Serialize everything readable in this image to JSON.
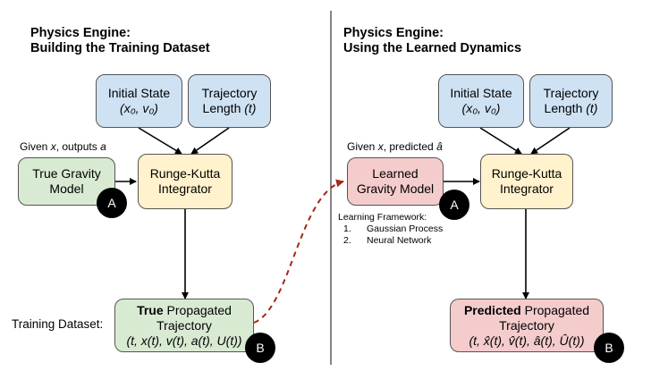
{
  "left": {
    "title_line1": "Physics Engine:",
    "title_line2": "Building the Training Dataset",
    "initial_state": {
      "label": "Initial State",
      "math": "(x₀, v₀)"
    },
    "trajectory_length": {
      "label": "Trajectory",
      "label2": "Length",
      "var": "(t)"
    },
    "gravity_note": {
      "pre": "Given ",
      "var": "x",
      "mid": ", outputs ",
      "var2": "a"
    },
    "gravity_model": {
      "line1": "True Gravity",
      "line2": "Model",
      "badge": "A"
    },
    "integrator": {
      "line1": "Runge-Kutta",
      "line2": "Integrator"
    },
    "dataset_label": "Training Dataset:",
    "output": {
      "bold": "True",
      "rest": " Propagated",
      "line2": "Trajectory",
      "math": "(t, x(t), v(t), a(t), U(t))",
      "badge": "B"
    }
  },
  "right": {
    "title_line1": "Physics Engine:",
    "title_line2": "Using the Learned Dynamics",
    "initial_state": {
      "label": "Initial State",
      "math": "(x₀, v₀)"
    },
    "trajectory_length": {
      "label": "Trajectory",
      "label2": "Length",
      "var": "(t)"
    },
    "gravity_note": {
      "pre": "Given ",
      "var": "x",
      "mid": ", predicted ",
      "var2": "â"
    },
    "gravity_model": {
      "line1": "Learned",
      "line2": "Gravity Model",
      "badge": "A"
    },
    "integrator": {
      "line1": "Runge-Kutta",
      "line2": "Integrator"
    },
    "framework": {
      "title": "Learning Framework:",
      "items": [
        {
          "num": "1.",
          "text": "Gaussian Process"
        },
        {
          "num": "2.",
          "text": "Neural Network"
        }
      ]
    },
    "output": {
      "bold": "Predicted",
      "rest": " Propagated",
      "line2": "Trajectory",
      "math": "(t, x̂(t), v̂(t), â(t), Û(t))",
      "badge": "B"
    }
  },
  "colors": {
    "input_box": "#cfe2f3",
    "integrator_box": "#fff2cc",
    "true_box": "#d9ead3",
    "learned_box": "#f4cccc",
    "dashed_arrow": "#a52714"
  }
}
